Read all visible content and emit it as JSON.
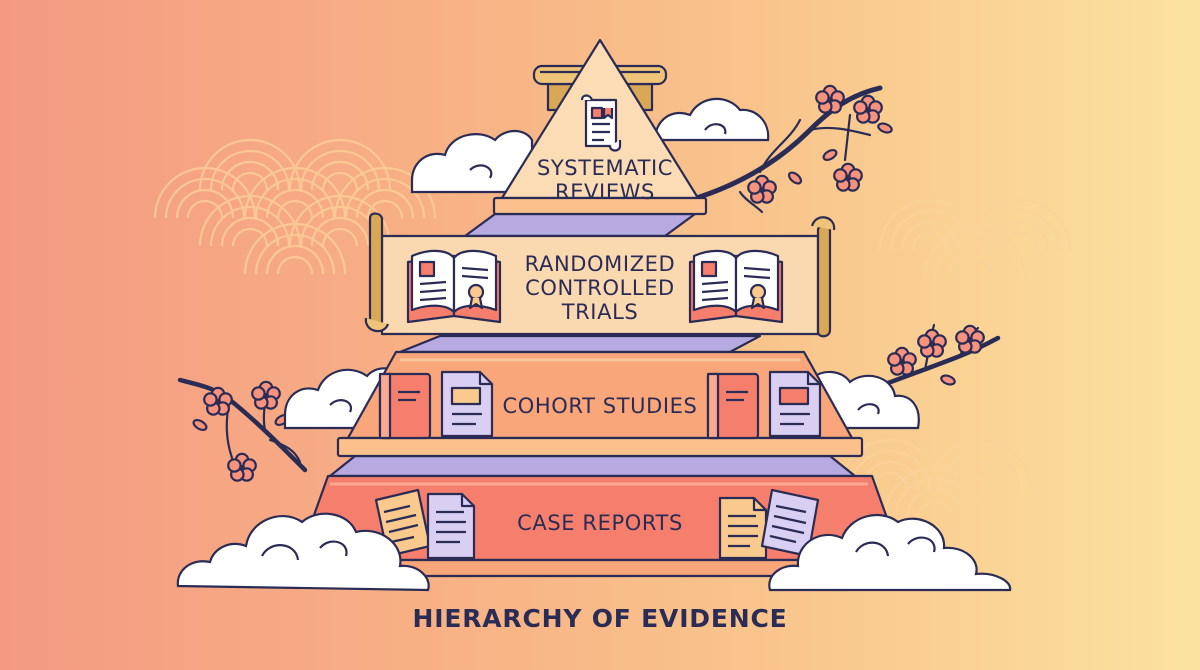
{
  "title": "HIERARCHY OF EVIDENCE",
  "levels": [
    {
      "rank": 1,
      "label_lines": [
        "SYSTEMATIC",
        "REVIEWS"
      ],
      "icon": "scroll-document-icon"
    },
    {
      "rank": 2,
      "label_lines": [
        "RANDOMIZED",
        "CONTROLLED",
        "TRIALS"
      ],
      "icon": "open-book-icon"
    },
    {
      "rank": 3,
      "label_lines": [
        "COHORT STUDIES"
      ],
      "icon": "book-and-document-icon"
    },
    {
      "rank": 4,
      "label_lines": [
        "CASE REPORTS"
      ],
      "icon": "paper-sheets-icon"
    }
  ],
  "decorations": [
    "cloud-icon",
    "cherry-blossom-branch-icon",
    "wave-pattern"
  ],
  "colors": {
    "ink": "#2b2c56",
    "tier_top": "#fbdcb4",
    "tier_rct": "#fbd9b0",
    "tier_cohort": "#f9a67a",
    "tier_case": "#f57f6c",
    "connector": "#b6aae0",
    "scroll_gold": "#d9a857",
    "blossom": "#f6927d"
  }
}
